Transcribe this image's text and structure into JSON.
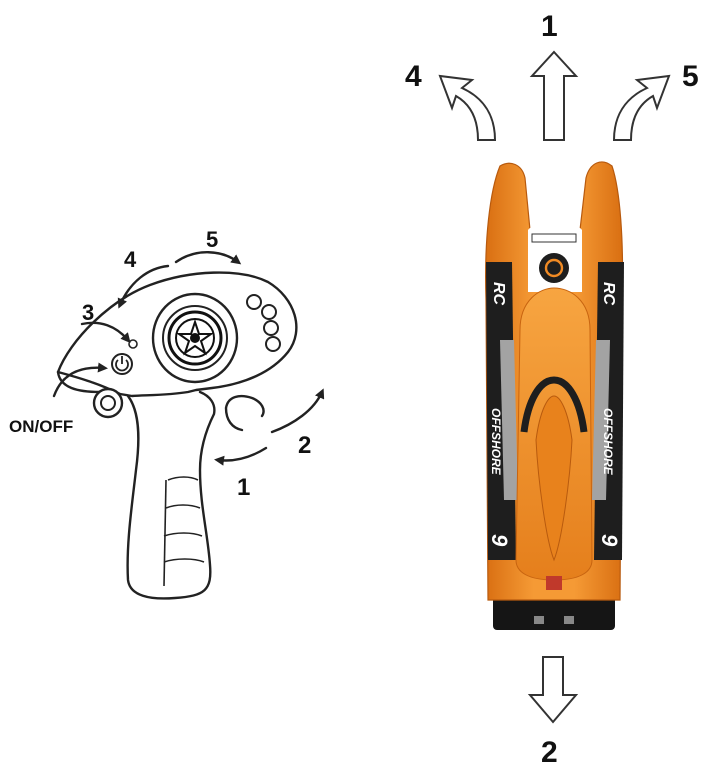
{
  "controller": {
    "labels": {
      "on_off": "ON/OFF",
      "n1": "1",
      "n2": "2",
      "n3": "3",
      "n4": "4",
      "n5": "5"
    }
  },
  "boat": {
    "direction_labels": {
      "forward": "1",
      "reverse": "2",
      "left": "4",
      "right": "5"
    },
    "decals": {
      "rc_left": "RC",
      "rc_right": "RC",
      "offshore_left": "OFFSHORE",
      "offshore_right": "OFFSHORE",
      "number_left": "9",
      "number_right": "9"
    }
  },
  "colors": {
    "hull_orange": "#f08a24",
    "hull_dark": "#c85f10",
    "decal_black": "#1e1e1e",
    "decal_grey": "#9a9a9a"
  }
}
